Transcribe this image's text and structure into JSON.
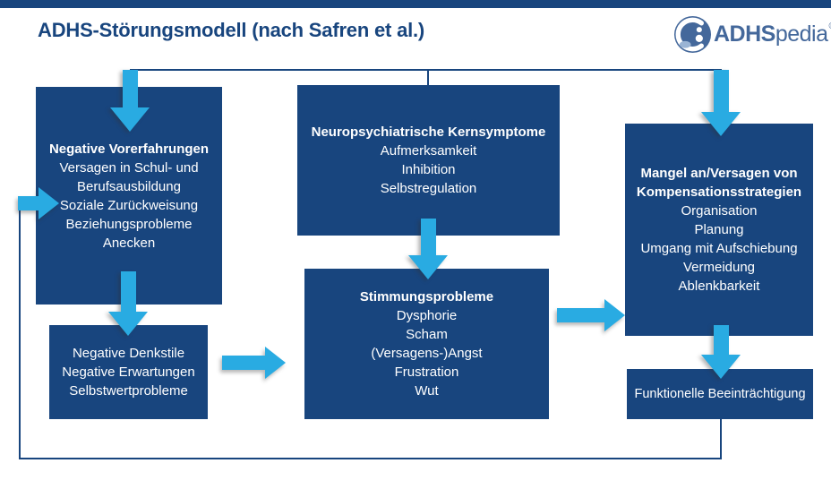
{
  "page": {
    "title": "ADHS-Störungsmodell (nach Safren et al.)"
  },
  "logo": {
    "brand_bold": "ADHS",
    "brand_light": "pedia",
    "registered_mark": "®"
  },
  "colors": {
    "box_navy": "#18457e",
    "arrow_cyan": "#29abe2",
    "logo_blue": "#44689b",
    "box_text": "#ffffff"
  },
  "boxes": {
    "negative_vorerfahrungen": {
      "heading": "Negative Vorerfahrungen",
      "items": [
        "Versagen in Schul- und Berufsausbildung",
        "Soziale Zurückweisung",
        "Beziehungsprobleme",
        "Anecken"
      ]
    },
    "kernsymptome": {
      "heading": "Neuropsychiatrische Kernsymptome",
      "items": [
        "Aufmerksamkeit",
        "Inhibition",
        "Selbstregulation"
      ]
    },
    "kompensationsstrategien": {
      "heading": "Mangel an/Versagen von Kompensationsstrategien",
      "items": [
        "Organisation",
        "Planung",
        "Umgang mit Aufschiebung",
        "Vermeidung",
        "Ablenkbarkeit"
      ]
    },
    "denkstile": {
      "items": [
        "Negative Denkstile",
        "Negative Erwartungen",
        "Selbstwertprobleme"
      ]
    },
    "stimmungsprobleme": {
      "heading": "Stimmungsprobleme",
      "items": [
        "Dysphorie",
        "Scham",
        "(Versagens-)Angst",
        "Frustration",
        "Wut"
      ]
    },
    "funktionelle_beeintraechtigung": {
      "items": [
        "Funktionelle Beeinträchtigung"
      ]
    }
  }
}
